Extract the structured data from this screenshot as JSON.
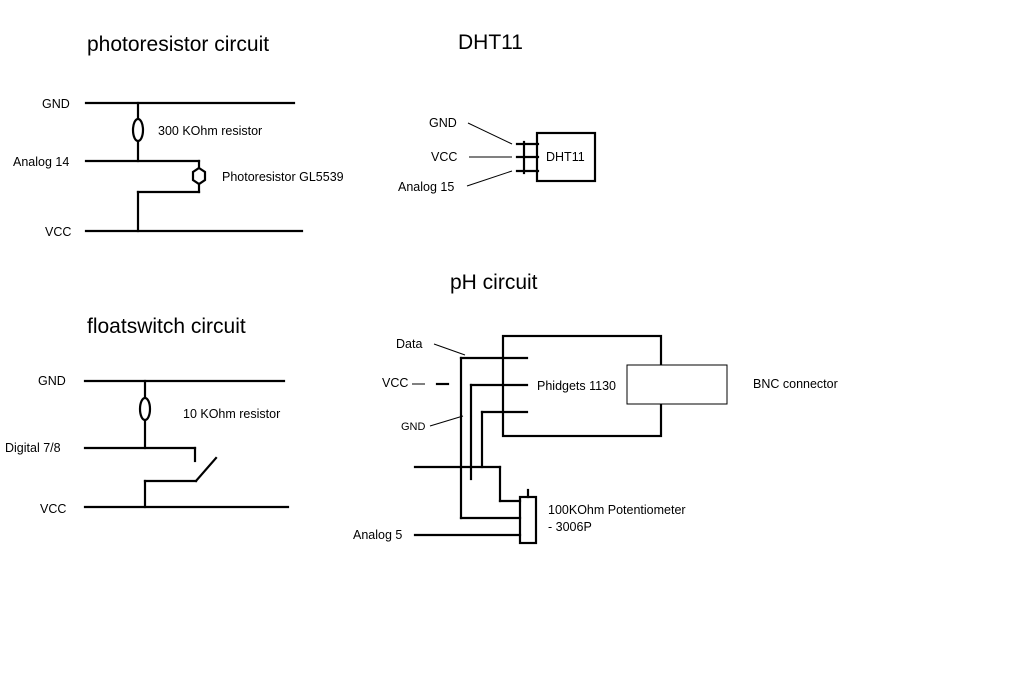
{
  "photoresistor": {
    "title": "photoresistor circuit",
    "gnd": "GND",
    "analog": "Analog 14",
    "vcc": "VCC",
    "resistor": "300 KOhm resistor",
    "sensor": "Photoresistor GL5539"
  },
  "dht11": {
    "title": "DHT11",
    "gnd": "GND",
    "vcc": "VCC",
    "analog": "Analog 15",
    "chip": "DHT11"
  },
  "floatswitch": {
    "title": "floatswitch circuit",
    "gnd": "GND",
    "digital": "Digital 7/8",
    "vcc": "VCC",
    "resistor": "10 KOhm resistor"
  },
  "ph": {
    "title": "pH circuit",
    "data": "Data",
    "vcc": "VCC",
    "gnd": "GND",
    "board": "Phidgets 1130",
    "bnc": "BNC connector",
    "pot_line1": "100KOhm Potentiometer",
    "pot_line2": "-  3006P",
    "analog": "Analog 5"
  }
}
